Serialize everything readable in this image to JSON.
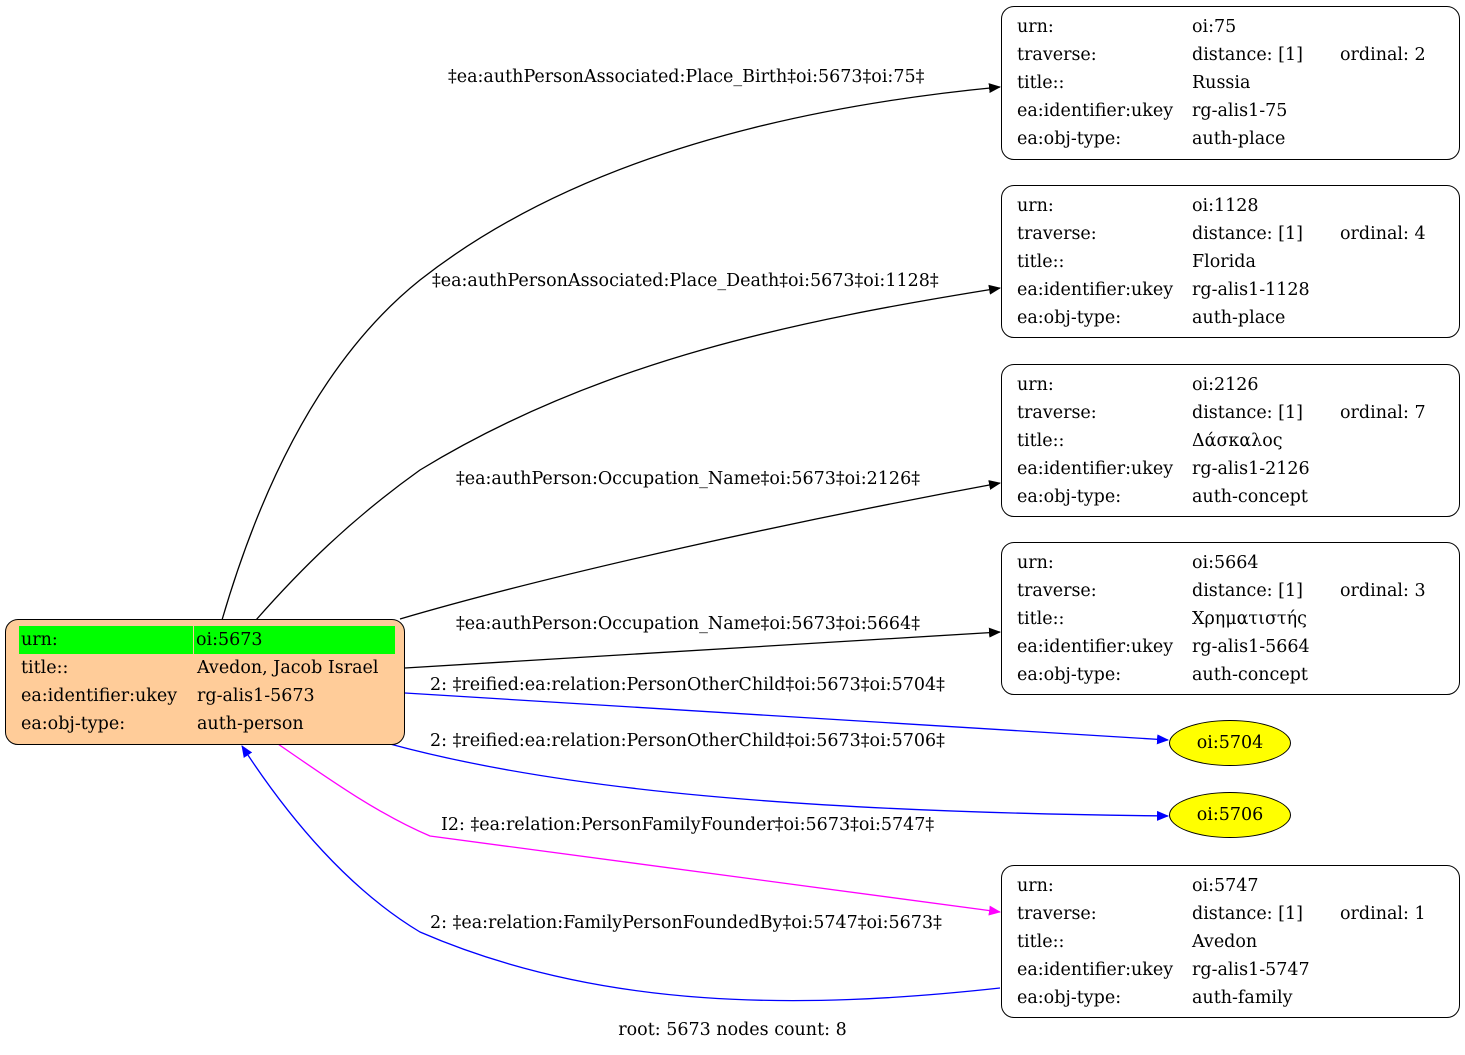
{
  "root_node": {
    "rows": [
      {
        "key": "urn:",
        "val": "oi:5673"
      },
      {
        "key": "title::",
        "val": "Avedon, Jacob Israel"
      },
      {
        "key": "ea:identifier:ukey",
        "val": "rg-alis1-5673"
      },
      {
        "key": "ea:obj-type:",
        "val": "auth-person"
      }
    ],
    "fill": "#ffcc99",
    "highlight": "#00ff00"
  },
  "nodes": [
    {
      "urn": "oi:75",
      "distance": "distance: [1]",
      "ordinal": "ordinal: 2",
      "title": "Russia",
      "ukey": "rg-alis1-75",
      "type": "auth-place"
    },
    {
      "urn": "oi:1128",
      "distance": "distance: [1]",
      "ordinal": "ordinal: 4",
      "title": "Florida",
      "ukey": "rg-alis1-1128",
      "type": "auth-place"
    },
    {
      "urn": "oi:2126",
      "distance": "distance: [1]",
      "ordinal": "ordinal: 7",
      "title": "Δάσκαλος",
      "ukey": "rg-alis1-2126",
      "type": "auth-concept"
    },
    {
      "urn": "oi:5664",
      "distance": "distance: [1]",
      "ordinal": "ordinal: 3",
      "title": "Χρηματιστής",
      "ukey": "rg-alis1-5664",
      "type": "auth-concept"
    },
    {
      "urn": "oi:5747",
      "distance": "distance: [1]",
      "ordinal": "ordinal: 1",
      "title": "Avedon",
      "ukey": "rg-alis1-5747",
      "type": "auth-family"
    }
  ],
  "row_keys": {
    "urn": "urn:",
    "traverse": "traverse:",
    "title": "title::",
    "ukey": "ea:identifier:ukey",
    "type": "ea:obj-type:"
  },
  "ellipses": [
    {
      "label": "oi:5704",
      "fill": "#ffff00"
    },
    {
      "label": "oi:5706",
      "fill": "#ffff00"
    }
  ],
  "edges": [
    {
      "label": "‡ea:authPersonAssociated:Place_Birth‡oi:5673‡oi:75‡",
      "color": "#000000"
    },
    {
      "label": "‡ea:authPersonAssociated:Place_Death‡oi:5673‡oi:1128‡",
      "color": "#000000"
    },
    {
      "label": "‡ea:authPerson:Occupation_Name‡oi:5673‡oi:2126‡",
      "color": "#000000"
    },
    {
      "label": "‡ea:authPerson:Occupation_Name‡oi:5673‡oi:5664‡",
      "color": "#000000"
    },
    {
      "label": "2: ‡reified:ea:relation:PersonOtherChild‡oi:5673‡oi:5704‡",
      "color": "#0000ff"
    },
    {
      "label": "2: ‡reified:ea:relation:PersonOtherChild‡oi:5673‡oi:5706‡",
      "color": "#0000ff"
    },
    {
      "label": "I2: ‡ea:relation:PersonFamilyFounder‡oi:5673‡oi:5747‡",
      "color": "#ff00ff"
    },
    {
      "label": "2: ‡ea:relation:FamilyPersonFoundedBy‡oi:5747‡oi:5673‡",
      "color": "#0000ff"
    }
  ],
  "footer": "root: 5673 nodes count: 8"
}
